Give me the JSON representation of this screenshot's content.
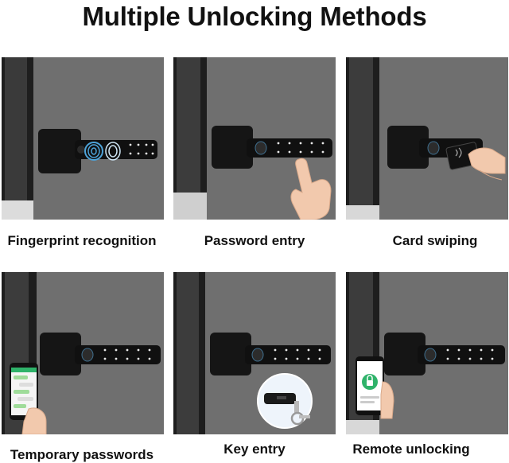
{
  "title": "Multiple Unlocking Methods",
  "methods": [
    {
      "label": "Fingerprint recognition",
      "icon": "fingerprint-scan-icon"
    },
    {
      "label": "Password entry",
      "icon": "finger-press-keypad-icon"
    },
    {
      "label": "Card swiping",
      "icon": "access-card-icon"
    },
    {
      "label": "Temporary passwords",
      "icon": "phone-message-icon"
    },
    {
      "label": "Key entry",
      "icon": "mechanical-key-icon"
    },
    {
      "label": "Remote unlocking",
      "icon": "phone-lock-app-icon"
    }
  ],
  "colors": {
    "door": "#6f6f6f",
    "frame": "#1c1c1c",
    "handle": "#151515",
    "fingerprint_glow": "#4da3d9",
    "app_green": "#2fb36a"
  }
}
